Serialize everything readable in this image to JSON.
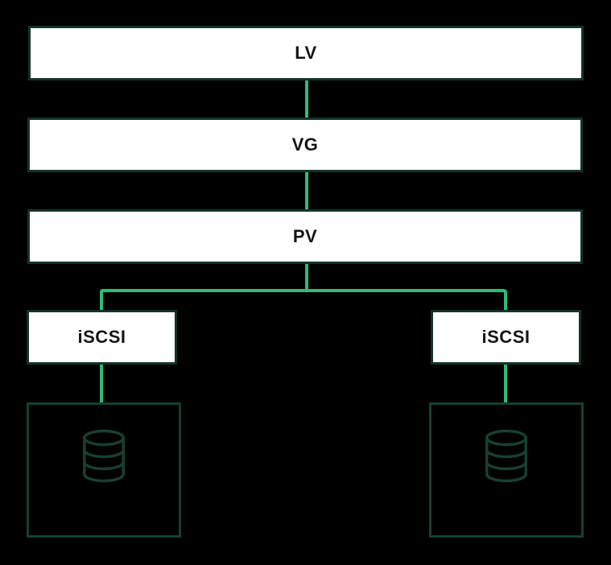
{
  "diagram": {
    "type": "storage-stack-diagram",
    "background": "#000000",
    "colors": {
      "connector": "#30ba78",
      "node_border": "#10352a",
      "node_fill": "#ffffff",
      "storage_border": "#183f33",
      "label_text": "#141414"
    },
    "nodes": {
      "lv": {
        "label": "LV"
      },
      "vg": {
        "label": "VG"
      },
      "pv": {
        "label": "PV"
      },
      "iscsi_left": {
        "label": "iSCSI"
      },
      "iscsi_right": {
        "label": "iSCSI"
      },
      "storage_left": {
        "icon": "database-icon"
      },
      "storage_right": {
        "icon": "database-icon"
      }
    },
    "edges": [
      "LV -> VG",
      "VG -> PV",
      "PV -> iSCSI (left)",
      "PV -> iSCSI (right)",
      "iSCSI (left) -> storage (left)",
      "iSCSI (right) -> storage (right)"
    ]
  }
}
